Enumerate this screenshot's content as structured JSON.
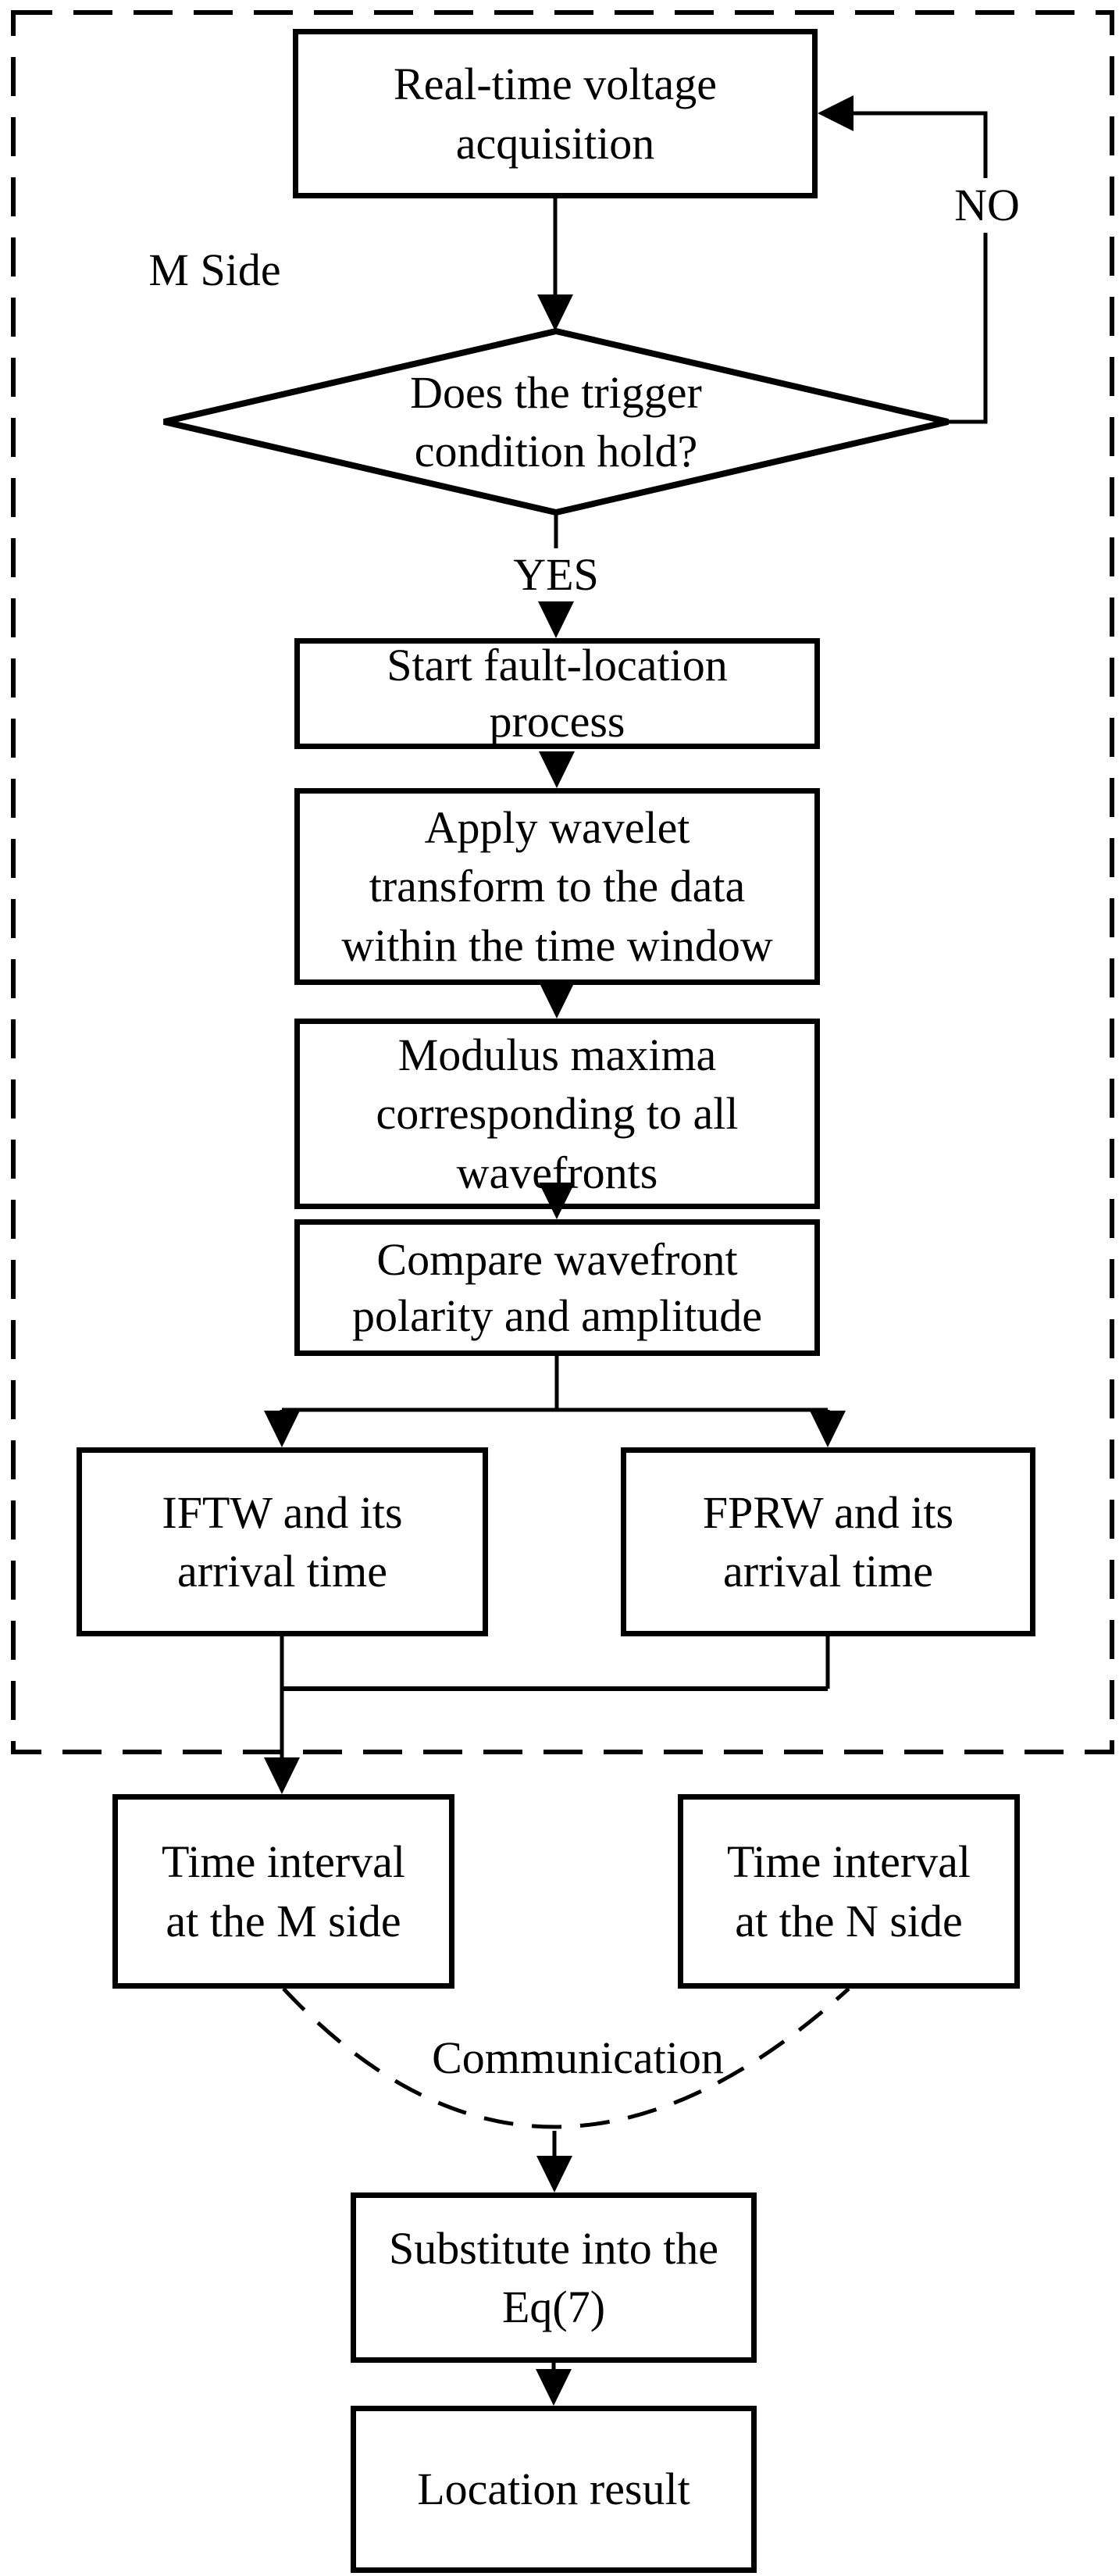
{
  "figure": {
    "type": "flowchart",
    "colors": {
      "ink": "#000000",
      "background": "#ffffff"
    },
    "region_label": "M Side",
    "branch_labels": {
      "no": "NO",
      "yes": "YES"
    },
    "communication_label": "Communication",
    "nodes": {
      "acquisition": {
        "shape": "rect",
        "lines": [
          "Real-time voltage",
          "acquisition"
        ]
      },
      "trigger_decision": {
        "shape": "diamond",
        "lines": [
          "Does the trigger",
          "condition hold?"
        ]
      },
      "start_process": {
        "shape": "rect",
        "lines": [
          "Start fault-location",
          "process"
        ]
      },
      "wavelet": {
        "shape": "rect",
        "lines": [
          "Apply wavelet",
          "transform to the data",
          "within the time window"
        ]
      },
      "modulus": {
        "shape": "rect",
        "lines": [
          "Modulus maxima",
          "corresponding to all",
          "wavefronts"
        ]
      },
      "compare": {
        "shape": "rect",
        "lines": [
          "Compare wavefront",
          "polarity and amplitude"
        ]
      },
      "iftw": {
        "shape": "rect",
        "lines": [
          "IFTW and its",
          "arrival time"
        ]
      },
      "fprw": {
        "shape": "rect",
        "lines": [
          "FPRW and its",
          "arrival time"
        ]
      },
      "interval_m": {
        "shape": "rect",
        "lines": [
          "Time interval",
          "at the M side"
        ]
      },
      "interval_n": {
        "shape": "rect",
        "lines": [
          "Time interval",
          "at the N side"
        ]
      },
      "substitute": {
        "shape": "rect",
        "lines": [
          "Substitute into the",
          "Eq(7)"
        ]
      },
      "result": {
        "shape": "rect",
        "lines": [
          "Location result"
        ]
      }
    }
  }
}
